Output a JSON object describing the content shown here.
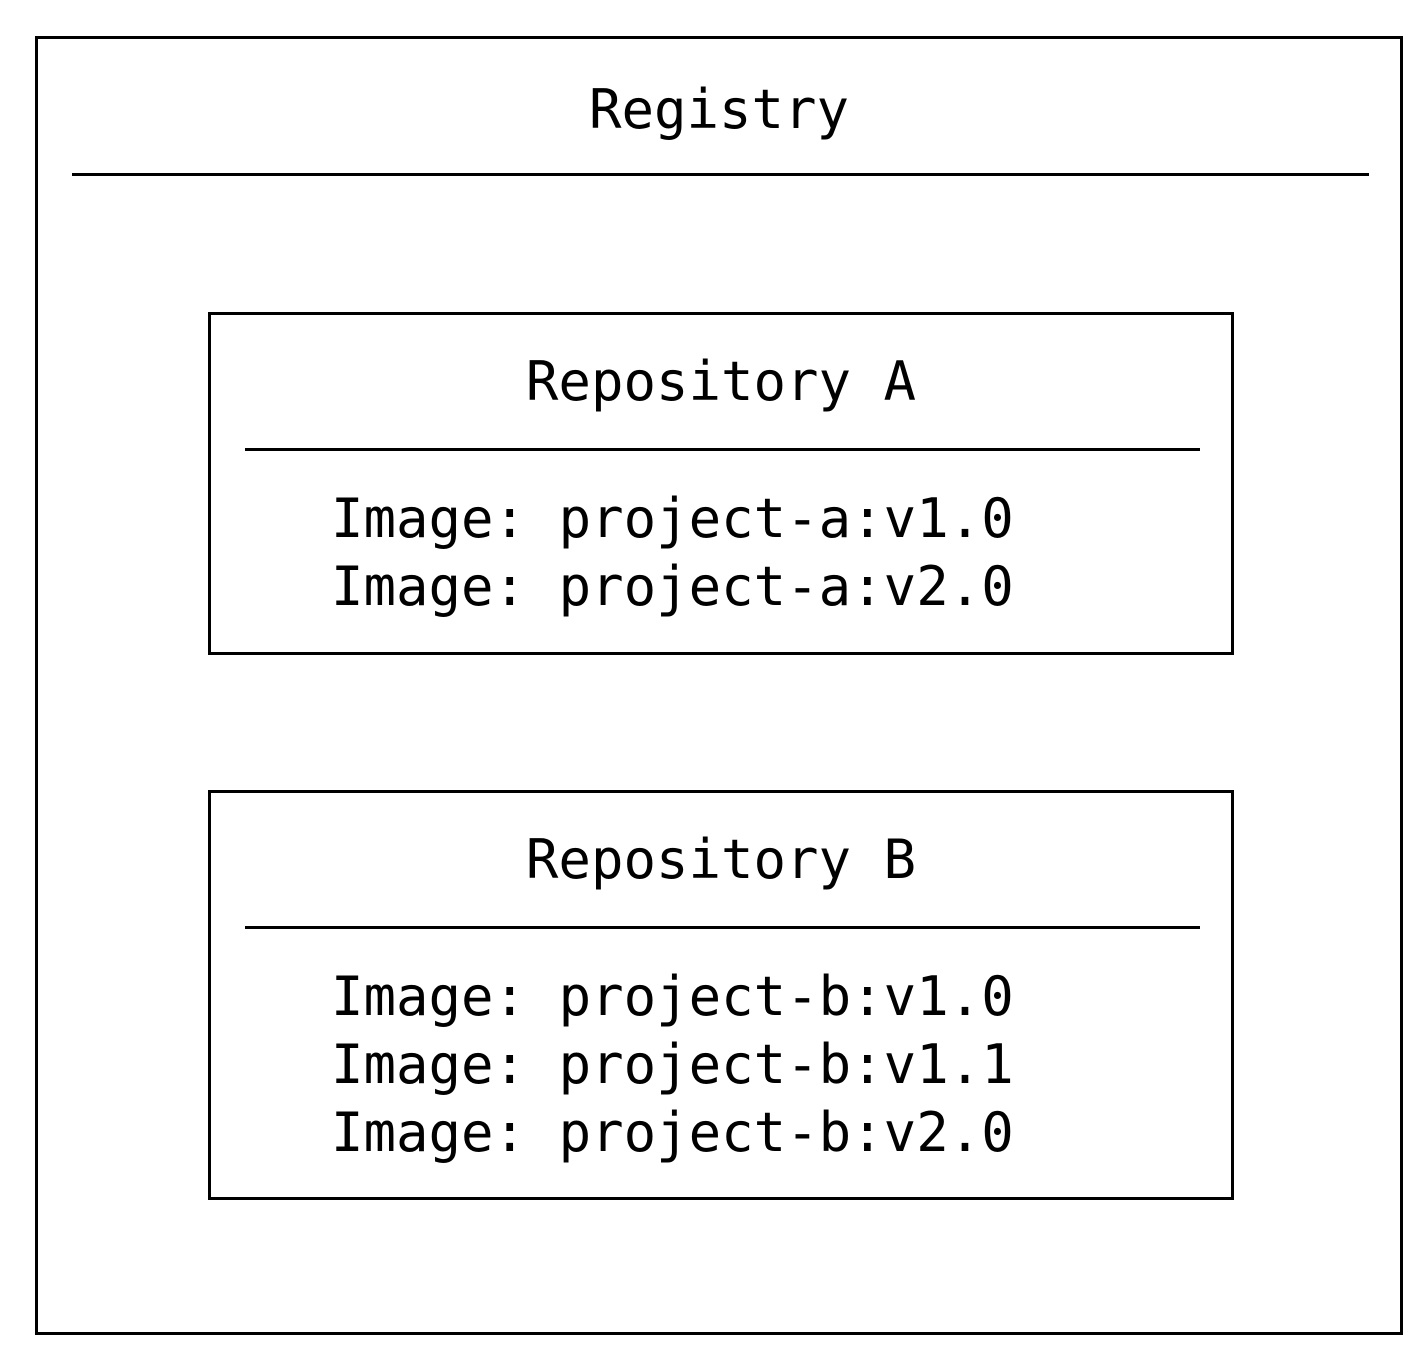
{
  "registry": {
    "title": "Registry",
    "repositories": [
      {
        "title": "Repository A",
        "images": [
          "Image: project-a:v1.0",
          "Image: project-a:v2.0"
        ]
      },
      {
        "title": "Repository B",
        "images": [
          "Image: project-b:v1.0",
          "Image: project-b:v1.1",
          "Image: project-b:v2.0"
        ]
      }
    ]
  }
}
